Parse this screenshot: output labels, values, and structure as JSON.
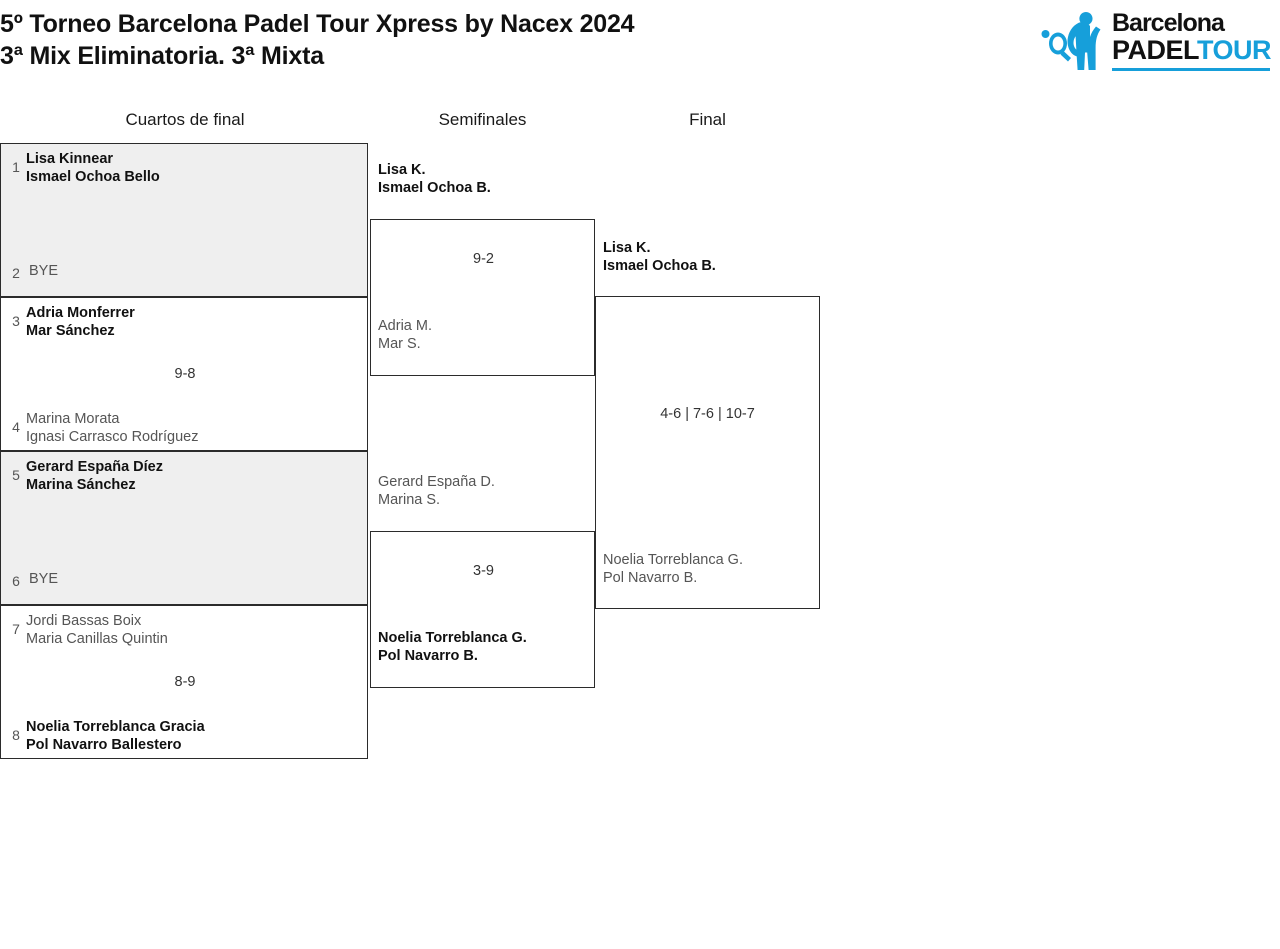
{
  "header": {
    "title_line1": "5º Torneo Barcelona Padel Tour Xpress by Nacex 2024",
    "title_line2": "3ª Mix Eliminatoria. 3ª Mixta",
    "logo": {
      "word1": "Barcelona",
      "word2a": "PADEL",
      "word2b": "TOUR",
      "brand_color": "#169fda"
    }
  },
  "rounds": {
    "quarterfinals_label": "Cuartos de final",
    "semifinals_label": "Semifinales",
    "final_label": "Final"
  },
  "bracket": {
    "quarterfinals": [
      {
        "shaded": true,
        "top": {
          "seed": "1",
          "players": [
            "Lisa Kinnear",
            "Ismael Ochoa Bello"
          ],
          "winner": true
        },
        "bottom": {
          "seed": "2",
          "bye_label": "BYE",
          "is_bye": true,
          "winner": false
        },
        "score": ""
      },
      {
        "shaded": false,
        "top": {
          "seed": "3",
          "players": [
            "Adria Monferrer",
            "Mar Sánchez"
          ],
          "winner": true
        },
        "bottom": {
          "seed": "4",
          "players": [
            "Marina Morata",
            "Ignasi Carrasco Rodríguez"
          ],
          "winner": false
        },
        "score": "9-8"
      },
      {
        "shaded": true,
        "top": {
          "seed": "5",
          "players": [
            "Gerard España Díez",
            "Marina Sánchez"
          ],
          "winner": true
        },
        "bottom": {
          "seed": "6",
          "bye_label": "BYE",
          "is_bye": true,
          "winner": false
        },
        "score": ""
      },
      {
        "shaded": false,
        "top": {
          "seed": "7",
          "players": [
            "Jordi Bassas Boix",
            "Maria Canillas Quintin"
          ],
          "winner": false
        },
        "bottom": {
          "seed": "8",
          "players": [
            "Noelia Torreblanca Gracia",
            "Pol Navarro Ballestero"
          ],
          "winner": true
        },
        "score": "8-9"
      }
    ],
    "semifinals": [
      {
        "top": {
          "players": [
            "Lisa K.",
            "Ismael Ochoa B."
          ],
          "winner": true
        },
        "bottom": {
          "players": [
            "Adria M.",
            "Mar S."
          ],
          "winner": false
        },
        "score": "9-2"
      },
      {
        "top": {
          "players": [
            "Gerard España D.",
            "Marina S."
          ],
          "winner": false
        },
        "bottom": {
          "players": [
            "Noelia Torreblanca G.",
            "Pol Navarro B."
          ],
          "winner": true
        },
        "score": "3-9"
      }
    ],
    "final": {
      "top": {
        "players": [
          "Lisa K.",
          "Ismael Ochoa B."
        ],
        "winner": true
      },
      "bottom": {
        "players": [
          "Noelia Torreblanca G.",
          "Pol Navarro B."
        ],
        "winner": false
      },
      "score": "4-6 | 7-6 | 10-7"
    }
  }
}
